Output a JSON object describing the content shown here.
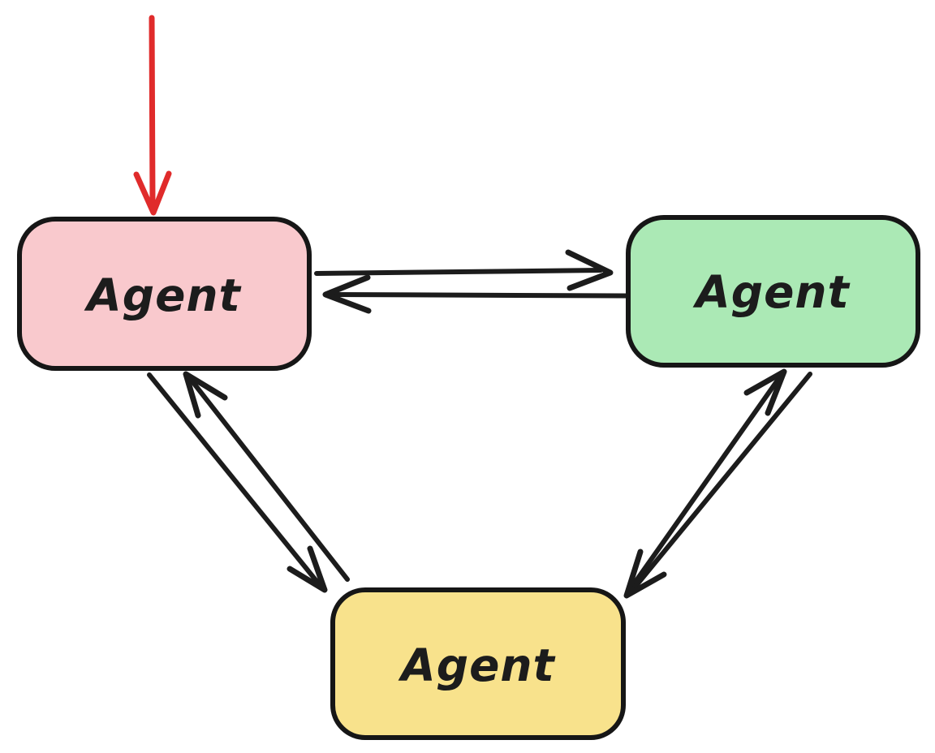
{
  "diagram": {
    "type": "hand-drawn multi-agent communication diagram",
    "nodes": [
      {
        "id": "agent-pink",
        "label": "Agent",
        "fill": "#f9c9cd",
        "position": "top-left"
      },
      {
        "id": "agent-green",
        "label": "Agent",
        "fill": "#abe9b5",
        "position": "top-right"
      },
      {
        "id": "agent-yellow",
        "label": "Agent",
        "fill": "#f8e28c",
        "position": "bottom-center"
      }
    ],
    "edges": [
      {
        "id": "entry-arrow",
        "from": "external",
        "to": "agent-pink",
        "style": "red entry arrow from top"
      },
      {
        "id": "pink-to-green-arrow",
        "from": "agent-pink",
        "to": "agent-green",
        "style": "horizontal arrow pointing right"
      },
      {
        "id": "green-to-pink-arrow",
        "from": "agent-green",
        "to": "agent-pink",
        "style": "horizontal arrow pointing left"
      },
      {
        "id": "pink-to-yellow-arrow",
        "from": "agent-pink",
        "to": "agent-yellow",
        "style": "diagonal arrow pointing down-right"
      },
      {
        "id": "yellow-to-pink-arrow",
        "from": "agent-yellow",
        "to": "agent-pink",
        "style": "diagonal arrow pointing up-left"
      },
      {
        "id": "yellow-to-green-arrow",
        "from": "agent-yellow",
        "to": "agent-green",
        "style": "diagonal arrow pointing up-right"
      },
      {
        "id": "green-to-yellow-arrow",
        "from": "agent-green",
        "to": "agent-yellow",
        "style": "diagonal arrow pointing down-left"
      }
    ],
    "colors": {
      "node_border": "#161616",
      "arrow": "#1c1c1c",
      "entry_arrow": "#e02b2b",
      "label_text": "#1c1c1c",
      "background": "#ffffff"
    }
  }
}
